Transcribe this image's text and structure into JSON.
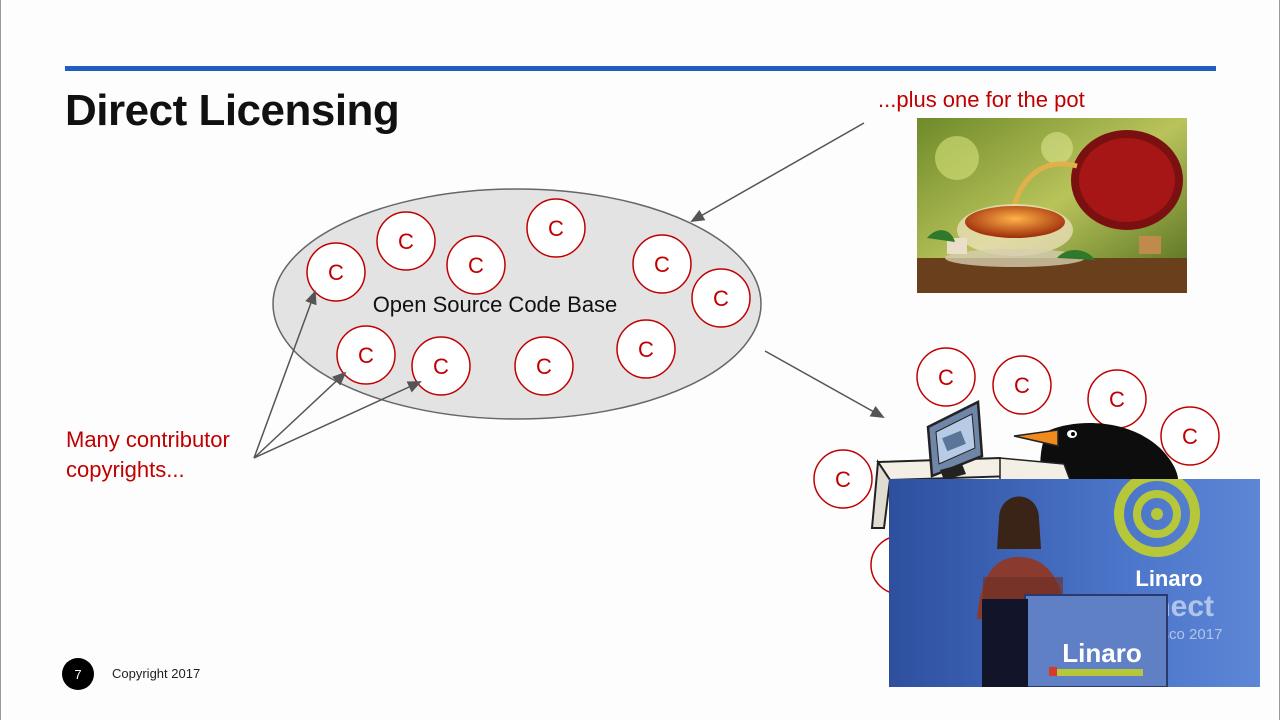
{
  "slide": {
    "title": "Direct Licensing",
    "pot_label": "...plus one for the pot",
    "contributors_label_line1": "Many contributor",
    "contributors_label_line2": "copyrights...",
    "code_base_label": "Open Source Code Base",
    "copyright_symbol": "C",
    "page_number": "7",
    "copyright_text": "Copyright 2017"
  },
  "video": {
    "brand_name": "Linaro",
    "event_word": "connect",
    "event_place": "San Francisco 2017",
    "podium_brand": "Linaro"
  },
  "colors": {
    "accent_blue": "#1f5fbf",
    "copyright_red": "#c00000",
    "ellipse_fill": "#e3e3e3"
  }
}
